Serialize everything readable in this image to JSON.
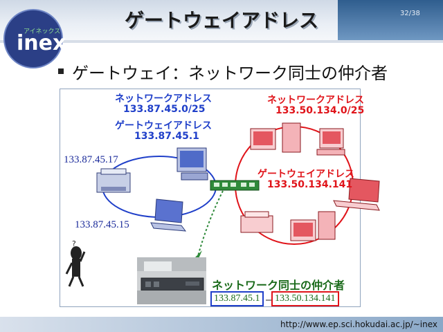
{
  "slide": {
    "title": "ゲートウェイアドレス",
    "page": "32/38",
    "logo_text": "inex",
    "logo_subtext": "アイネックス",
    "bullet": "ゲートウェイ：ネットワーク同士の仲介者",
    "footer_url": "http://www.ep.sci.hokudai.ac.jp/~inex"
  },
  "diagram": {
    "left_network": {
      "network_label": "ネットワークアドレス",
      "network_address": "133.87.45.0/25",
      "gateway_label": "ゲートウェイアドレス",
      "gateway_address": "133.87.45.1",
      "host_printer_ip": "133.87.45.17",
      "host_laptop_ip": "133.87.45.15"
    },
    "right_network": {
      "network_label": "ネットワークアドレス",
      "network_address": "133.50.134.0/25",
      "gateway_label": "ゲートウェイアドレス",
      "gateway_address": "133.50.134.141"
    },
    "mediator_label": "ネットワーク同士の仲介者",
    "mediator_ip_left": "133.87.45.1",
    "mediator_ip_right": "133.50.134.141",
    "colors": {
      "left": "#1f3fc9",
      "right": "#e0141a",
      "mediator": "#1a6a1a"
    }
  }
}
